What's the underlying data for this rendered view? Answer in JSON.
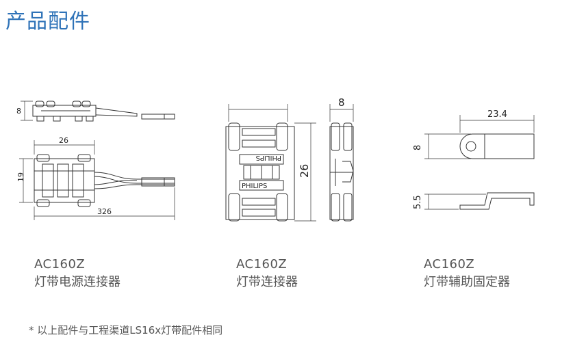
{
  "page": {
    "title": "产品配件"
  },
  "products": [
    {
      "code": "AC160Z",
      "name": "灯带电源连接器",
      "dimensions": {
        "height": "8",
        "width": "26",
        "depth": "19",
        "length": "326"
      }
    },
    {
      "code": "AC160Z",
      "name": "灯带连接器",
      "dimensions": {
        "height": "26",
        "width": "8"
      },
      "brand_mark": "PHILIPS"
    },
    {
      "code": "AC160Z",
      "name": "灯带辅助固定器",
      "dimensions": {
        "length": "23.4",
        "width": "8",
        "height": "5.5"
      }
    }
  ],
  "footnote": "* 以上配件与工程渠道LS16x灯带配件相同",
  "colors": {
    "title": "#2f73b8",
    "text": "#555555",
    "drawing": "#333333"
  }
}
